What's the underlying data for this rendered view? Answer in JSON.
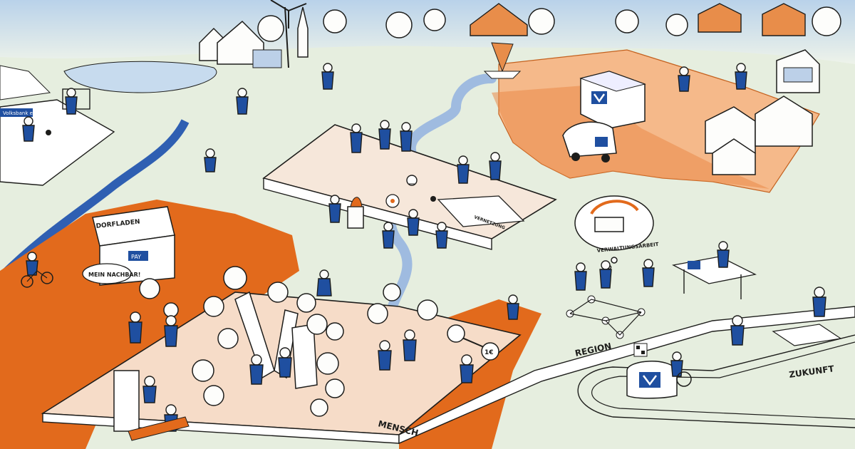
{
  "colors": {
    "brand_blue": "#1f4fa0",
    "brand_orange": "#e26a1c",
    "light_orange": "#f6c9a8",
    "pale_green": "#e4eedc",
    "river_blue": "#2f5fb2",
    "sky": "#cfe0ef"
  },
  "signs": {
    "volksbank_banner": "Volksbank eG",
    "dorfladen": "DORFLADEN",
    "pay": "PAY",
    "mein_nachbar": "MEIN NACHBAR!",
    "vernetzung": "VERNETZUNG",
    "verwaltungsarbeit": "VERWALTUNGSARBEIT",
    "euro_coin": "1€"
  },
  "path_labels": {
    "mensch": "MENSCH",
    "region": "REGION",
    "zukunft": "ZUKUNFT"
  },
  "icons": [
    "volksbank-logo-icon",
    "soccer-ball-icon",
    "solar-panel-icon",
    "wind-turbine-icon",
    "lightbulb-icon",
    "wifi-icon",
    "qr-code-icon",
    "euro-coin-icon",
    "sailboat-icon",
    "car-icon"
  ]
}
